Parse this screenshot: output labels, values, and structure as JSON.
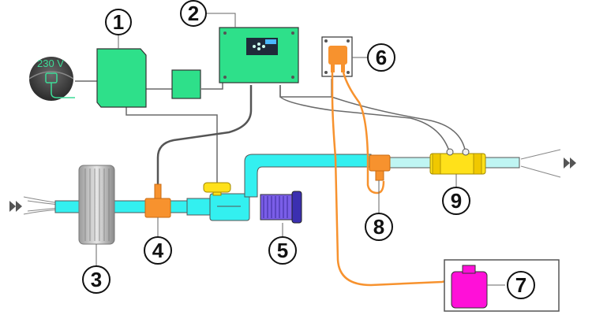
{
  "diagram": {
    "mains_label": "230 V",
    "callouts": [
      {
        "id": "power-supply",
        "label": "1"
      },
      {
        "id": "controller",
        "label": "2"
      },
      {
        "id": "filter",
        "label": "3"
      },
      {
        "id": "temperature-sensor",
        "label": "4"
      },
      {
        "id": "pump",
        "label": "5"
      },
      {
        "id": "dosing-pump",
        "label": "6"
      },
      {
        "id": "injection-fitting",
        "label": "8"
      },
      {
        "id": "chemical-tank",
        "label": "7"
      },
      {
        "id": "flow-cell",
        "label": "9"
      }
    ],
    "colors": {
      "pipe": "#33f0f0",
      "pipe_light": "#bff5f3",
      "device_green": "#2ee08a",
      "fitting_orange": "#f7922e",
      "tubing_orange": "#f7922e",
      "tank_magenta": "#ff10d8",
      "pump_motor": "#6a4fd8",
      "flow_cell_yellow": "#ffe11a",
      "cable_gray": "#555555"
    }
  }
}
